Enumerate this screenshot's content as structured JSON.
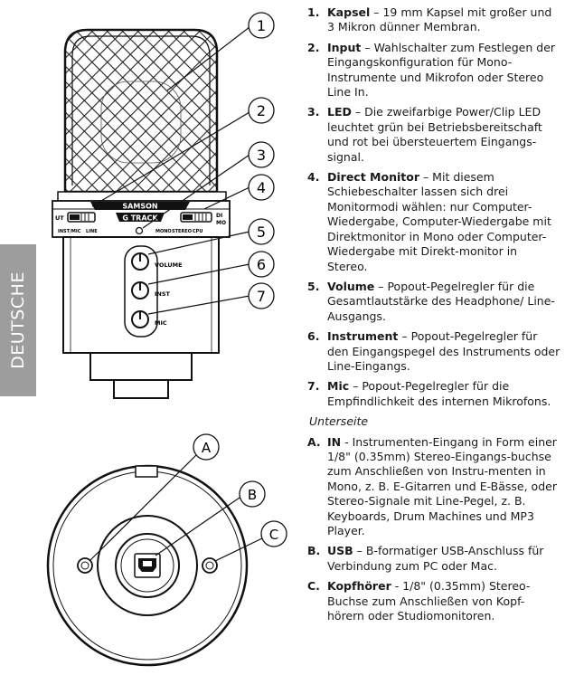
{
  "side_tab": {
    "label": "DEUTSCHE"
  },
  "diagram": {
    "callouts": [
      "1",
      "2",
      "3",
      "4",
      "5",
      "6",
      "7"
    ],
    "bottom_callouts": [
      "A",
      "B",
      "C"
    ],
    "brand": "SAMSON",
    "model": "G TRACK",
    "knob_labels": [
      "VOLUME",
      "INST",
      "MIC"
    ],
    "switch_left_labels": [
      "UT",
      "INST/MIC",
      "LINE"
    ],
    "switch_right_labels": [
      "DI",
      "MO",
      "MONO",
      "STEREO",
      "CPU"
    ]
  },
  "items": [
    {
      "num": "1.",
      "term": "Kapsel",
      "text": " – 19 mm Kapsel mit großer und 3 Mikron dünner Membran."
    },
    {
      "num": "2.",
      "term": "Input",
      "text": " – Wahlschalter zum Festlegen der Eingangskonfiguration für Mono-Instrumente und Mikrofon oder Stereo Line In."
    },
    {
      "num": "3.",
      "term": "LED",
      "text": " – Die zweifarbige Power/Clip LED leuchtet grün bei Betriebsbereitschaft und rot bei übersteuertem Eingangs-signal."
    },
    {
      "num": "4.",
      "term": "Direct Monitor",
      "text": " – Mit diesem Schiebeschalter lassen sich drei Monitormodi wählen: nur Computer-Wiedergabe, Computer-Wiedergabe mit Direktmonitor in Mono oder Computer-Wiedergabe mit Direkt-monitor in Stereo."
    },
    {
      "num": "5.",
      "term": "Volume",
      "text": " – Popout-Pegelregler für die Gesamtlautstärke des Headphone/ Line-Ausgangs."
    },
    {
      "num": "6.",
      "term": "Instrument",
      "text": " – Popout-Pegelregler für den Eingangspegel des Instruments oder Line-Eingangs."
    },
    {
      "num": "7.",
      "term": "Mic",
      "text": " – Popout-Pegelregler für die Empfindlichkeit des internen Mikrofons."
    }
  ],
  "subheading": "Unterseite",
  "bottom_items": [
    {
      "num": "A.",
      "term": "IN",
      "text": " - Instrumenten-Eingang in Form einer 1/8\" (0.35mm) Stereo-Eingangs-buchse zum Anschließen von Instru-menten in Mono, z. B. E-Gitarren und E-Bässe, oder Stereo-Signale mit Line-Pegel, z. B. Keyboards, Drum Machines und MP3 Player."
    },
    {
      "num": "B.",
      "term": "USB",
      "text": " – B-formatiger USB-Anschluss für Verbindung zum PC oder Mac."
    },
    {
      "num": "C.",
      "term": "Kopfhörer",
      "text": " - 1/8\" (0.35mm) Stereo-Buchse zum Anschließen von Kopf-hörern oder Studiomonitoren."
    }
  ]
}
